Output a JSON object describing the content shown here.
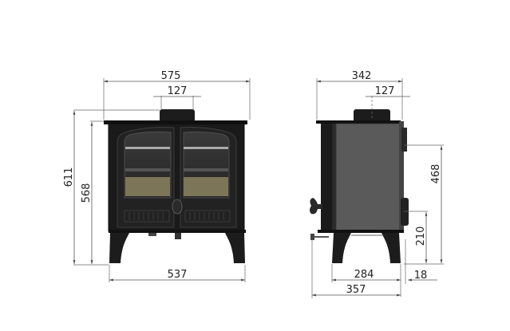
{
  "diagram": {
    "type": "technical-dimension-drawing",
    "subject": "wood burning stove",
    "units": "mm",
    "views": {
      "front": {
        "dimensions": {
          "overall_width": "575",
          "flue_diameter": "127",
          "overall_height": "611",
          "body_height": "568",
          "leg_width": "537"
        }
      },
      "side": {
        "dimensions": {
          "overall_depth": "342",
          "flue_offset": "127",
          "rear_outlet_height": "468",
          "air_inlet_height": "210",
          "leg_depth": "284",
          "rear_clearance": "18",
          "total_depth": "357"
        }
      }
    },
    "colors": {
      "stove_body": "#1a1a1a",
      "side_panel": "#5a5a5a",
      "glass": "#2a2a2a",
      "firebrick": "#7d7558",
      "dimension_line": "#555555",
      "text": "#222222"
    }
  }
}
